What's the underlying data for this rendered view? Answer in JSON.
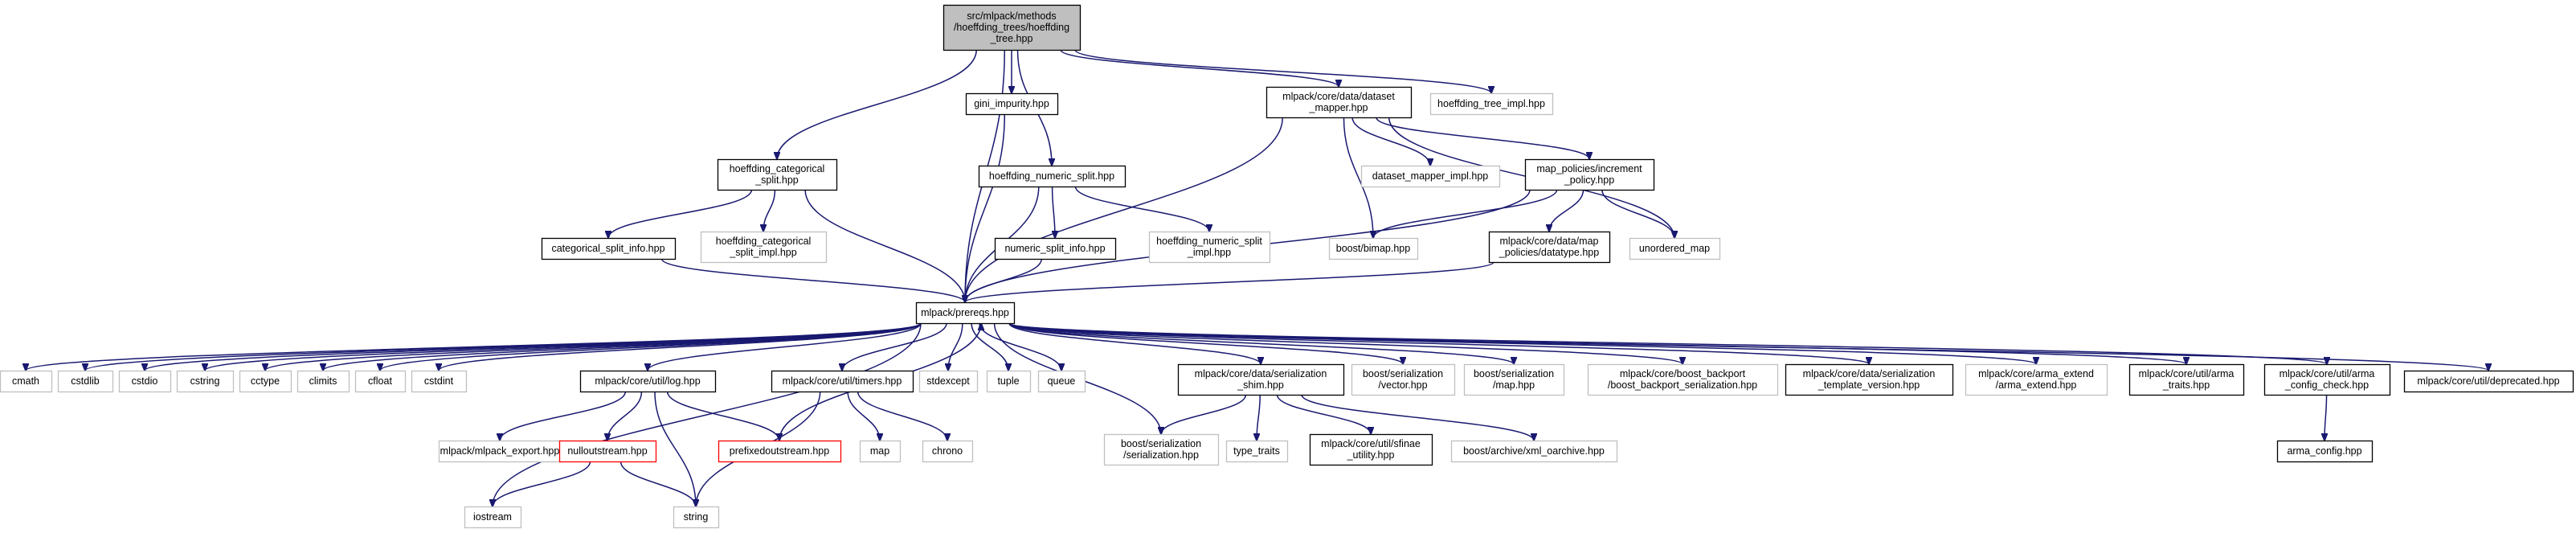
{
  "colors": {
    "edge": "#191970",
    "border_default": "#000000",
    "border_external": "#bfbfbf",
    "border_error": "#ff0000",
    "root_fill": "#bfbfbf",
    "fill": "#ffffff"
  },
  "nodes": [
    {
      "id": "root",
      "lines": [
        "src/mlpack/methods",
        "/hoeffding_trees/hoeffding",
        "_tree.hpp"
      ],
      "style": "root"
    },
    {
      "id": "gini",
      "lines": [
        "gini_impurity.hpp"
      ],
      "style": "default"
    },
    {
      "id": "dsmapper",
      "lines": [
        "mlpack/core/data/dataset",
        "_mapper.hpp"
      ],
      "style": "default"
    },
    {
      "id": "tree_impl",
      "lines": [
        "hoeffding_tree_impl.hpp"
      ],
      "style": "external"
    },
    {
      "id": "hcat",
      "lines": [
        "hoeffding_categorical",
        "_split.hpp"
      ],
      "style": "default"
    },
    {
      "id": "hnum",
      "lines": [
        "hoeffding_numeric_split.hpp"
      ],
      "style": "default"
    },
    {
      "id": "dsmimpl",
      "lines": [
        "dataset_mapper_impl.hpp"
      ],
      "style": "external"
    },
    {
      "id": "mappol",
      "lines": [
        "map_policies/increment",
        "_policy.hpp"
      ],
      "style": "default"
    },
    {
      "id": "catinfo",
      "lines": [
        "categorical_split_info.hpp"
      ],
      "style": "default"
    },
    {
      "id": "hcatimpl",
      "lines": [
        "hoeffding_categorical",
        "_split_impl.hpp"
      ],
      "style": "external"
    },
    {
      "id": "numinfo",
      "lines": [
        "numeric_split_info.hpp"
      ],
      "style": "default"
    },
    {
      "id": "hnumimpl",
      "lines": [
        "hoeffding_numeric_split",
        "_impl.hpp"
      ],
      "style": "external"
    },
    {
      "id": "bimap",
      "lines": [
        "boost/bimap.hpp"
      ],
      "style": "external"
    },
    {
      "id": "datatype",
      "lines": [
        "mlpack/core/data/map",
        "_policies/datatype.hpp"
      ],
      "style": "default"
    },
    {
      "id": "umap",
      "lines": [
        "unordered_map"
      ],
      "style": "external"
    },
    {
      "id": "prereqs",
      "lines": [
        "mlpack/prereqs.hpp"
      ],
      "style": "default"
    },
    {
      "id": "cmath",
      "lines": [
        "cmath"
      ],
      "style": "external"
    },
    {
      "id": "cstdlib",
      "lines": [
        "cstdlib"
      ],
      "style": "external"
    },
    {
      "id": "cstdio",
      "lines": [
        "cstdio"
      ],
      "style": "external"
    },
    {
      "id": "cstring",
      "lines": [
        "cstring"
      ],
      "style": "external"
    },
    {
      "id": "cctype",
      "lines": [
        "cctype"
      ],
      "style": "external"
    },
    {
      "id": "climits",
      "lines": [
        "climits"
      ],
      "style": "external"
    },
    {
      "id": "cfloat",
      "lines": [
        "cfloat"
      ],
      "style": "external"
    },
    {
      "id": "cstdint",
      "lines": [
        "cstdint"
      ],
      "style": "external"
    },
    {
      "id": "log",
      "lines": [
        "mlpack/core/util/log.hpp"
      ],
      "style": "default"
    },
    {
      "id": "timers",
      "lines": [
        "mlpack/core/util/timers.hpp"
      ],
      "style": "default"
    },
    {
      "id": "stdexcept",
      "lines": [
        "stdexcept"
      ],
      "style": "external"
    },
    {
      "id": "tuple",
      "lines": [
        "tuple"
      ],
      "style": "external"
    },
    {
      "id": "queue",
      "lines": [
        "queue"
      ],
      "style": "external"
    },
    {
      "id": "sershim",
      "lines": [
        "mlpack/core/data/serialization",
        "_shim.hpp"
      ],
      "style": "default"
    },
    {
      "id": "bvector",
      "lines": [
        "boost/serialization",
        "/vector.hpp"
      ],
      "style": "external"
    },
    {
      "id": "bmap",
      "lines": [
        "boost/serialization",
        "/map.hpp"
      ],
      "style": "external"
    },
    {
      "id": "backport",
      "lines": [
        "mlpack/core/boost_backport",
        "/boost_backport_serialization.hpp"
      ],
      "style": "external"
    },
    {
      "id": "sertmpl",
      "lines": [
        "mlpack/core/data/serialization",
        "_template_version.hpp"
      ],
      "style": "default"
    },
    {
      "id": "armaext",
      "lines": [
        "mlpack/core/arma_extend",
        "/arma_extend.hpp"
      ],
      "style": "external"
    },
    {
      "id": "armatraits",
      "lines": [
        "mlpack/core/util/arma",
        "_traits.hpp"
      ],
      "style": "default"
    },
    {
      "id": "armacfgchk",
      "lines": [
        "mlpack/core/util/arma",
        "_config_check.hpp"
      ],
      "style": "default"
    },
    {
      "id": "deprecated",
      "lines": [
        "mlpack/core/util/deprecated.hpp"
      ],
      "style": "default"
    },
    {
      "id": "export",
      "lines": [
        "mlpack/mlpack_export.hpp"
      ],
      "style": "external"
    },
    {
      "id": "nullout",
      "lines": [
        "nulloutstream.hpp"
      ],
      "style": "error"
    },
    {
      "id": "prefixed",
      "lines": [
        "prefixedoutstream.hpp"
      ],
      "style": "error"
    },
    {
      "id": "map",
      "lines": [
        "map"
      ],
      "style": "external"
    },
    {
      "id": "chrono",
      "lines": [
        "chrono"
      ],
      "style": "external"
    },
    {
      "id": "bser",
      "lines": [
        "boost/serialization",
        "/serialization.hpp"
      ],
      "style": "external"
    },
    {
      "id": "typetraits",
      "lines": [
        "type_traits"
      ],
      "style": "external"
    },
    {
      "id": "sfinae",
      "lines": [
        "mlpack/core/util/sfinae",
        "_utility.hpp"
      ],
      "style": "default"
    },
    {
      "id": "xmloa",
      "lines": [
        "boost/archive/xml_oarchive.hpp"
      ],
      "style": "external"
    },
    {
      "id": "armacfg",
      "lines": [
        "arma_config.hpp"
      ],
      "style": "default"
    },
    {
      "id": "iostream",
      "lines": [
        "iostream"
      ],
      "style": "external"
    },
    {
      "id": "string",
      "lines": [
        "string"
      ],
      "style": "external"
    }
  ],
  "edges": [
    [
      "root",
      "hcat"
    ],
    [
      "root",
      "prereqs"
    ],
    [
      "root",
      "gini"
    ],
    [
      "root",
      "hnum"
    ],
    [
      "root",
      "dsmapper"
    ],
    [
      "root",
      "tree_impl"
    ],
    [
      "gini",
      "prereqs"
    ],
    [
      "hcat",
      "catinfo"
    ],
    [
      "hcat",
      "prereqs"
    ],
    [
      "hcat",
      "hcatimpl"
    ],
    [
      "catinfo",
      "prereqs"
    ],
    [
      "hnum",
      "prereqs"
    ],
    [
      "hnum",
      "numinfo"
    ],
    [
      "hnum",
      "hnumimpl"
    ],
    [
      "numinfo",
      "prereqs"
    ],
    [
      "dsmapper",
      "prereqs"
    ],
    [
      "dsmapper",
      "bimap"
    ],
    [
      "dsmapper",
      "dsmimpl"
    ],
    [
      "dsmapper",
      "mappol"
    ],
    [
      "dsmapper",
      "umap"
    ],
    [
      "mappol",
      "prereqs"
    ],
    [
      "mappol",
      "bimap"
    ],
    [
      "mappol",
      "datatype"
    ],
    [
      "mappol",
      "umap"
    ],
    [
      "datatype",
      "prereqs"
    ],
    [
      "prereqs",
      "cmath"
    ],
    [
      "prereqs",
      "cstdlib"
    ],
    [
      "prereqs",
      "cstdio"
    ],
    [
      "prereqs",
      "cstring"
    ],
    [
      "prereqs",
      "cctype"
    ],
    [
      "prereqs",
      "climits"
    ],
    [
      "prereqs",
      "cfloat"
    ],
    [
      "prereqs",
      "cstdint"
    ],
    [
      "prereqs",
      "log"
    ],
    [
      "prereqs",
      "iostream"
    ],
    [
      "prereqs",
      "timers"
    ],
    [
      "prereqs",
      "stdexcept"
    ],
    [
      "prereqs",
      "tuple"
    ],
    [
      "prereqs",
      "queue"
    ],
    [
      "prereqs",
      "bser"
    ],
    [
      "prereqs",
      "sershim"
    ],
    [
      "prereqs",
      "bvector"
    ],
    [
      "prereqs",
      "bmap"
    ],
    [
      "prereqs",
      "backport"
    ],
    [
      "prereqs",
      "sertmpl"
    ],
    [
      "prereqs",
      "armaext"
    ],
    [
      "prereqs",
      "armatraits"
    ],
    [
      "prereqs",
      "armacfgchk"
    ],
    [
      "prereqs",
      "deprecated"
    ],
    [
      "log",
      "export"
    ],
    [
      "log",
      "nullout"
    ],
    [
      "log",
      "prefixed"
    ],
    [
      "log",
      "string"
    ],
    [
      "prefixed",
      "prereqs"
    ],
    [
      "nullout",
      "iostream"
    ],
    [
      "nullout",
      "string"
    ],
    [
      "timers",
      "map"
    ],
    [
      "timers",
      "chrono"
    ],
    [
      "timers",
      "string"
    ],
    [
      "sershim",
      "bser"
    ],
    [
      "sershim",
      "typetraits"
    ],
    [
      "sershim",
      "sfinae"
    ],
    [
      "sershim",
      "xmloa"
    ],
    [
      "armacfgchk",
      "armacfg"
    ]
  ]
}
